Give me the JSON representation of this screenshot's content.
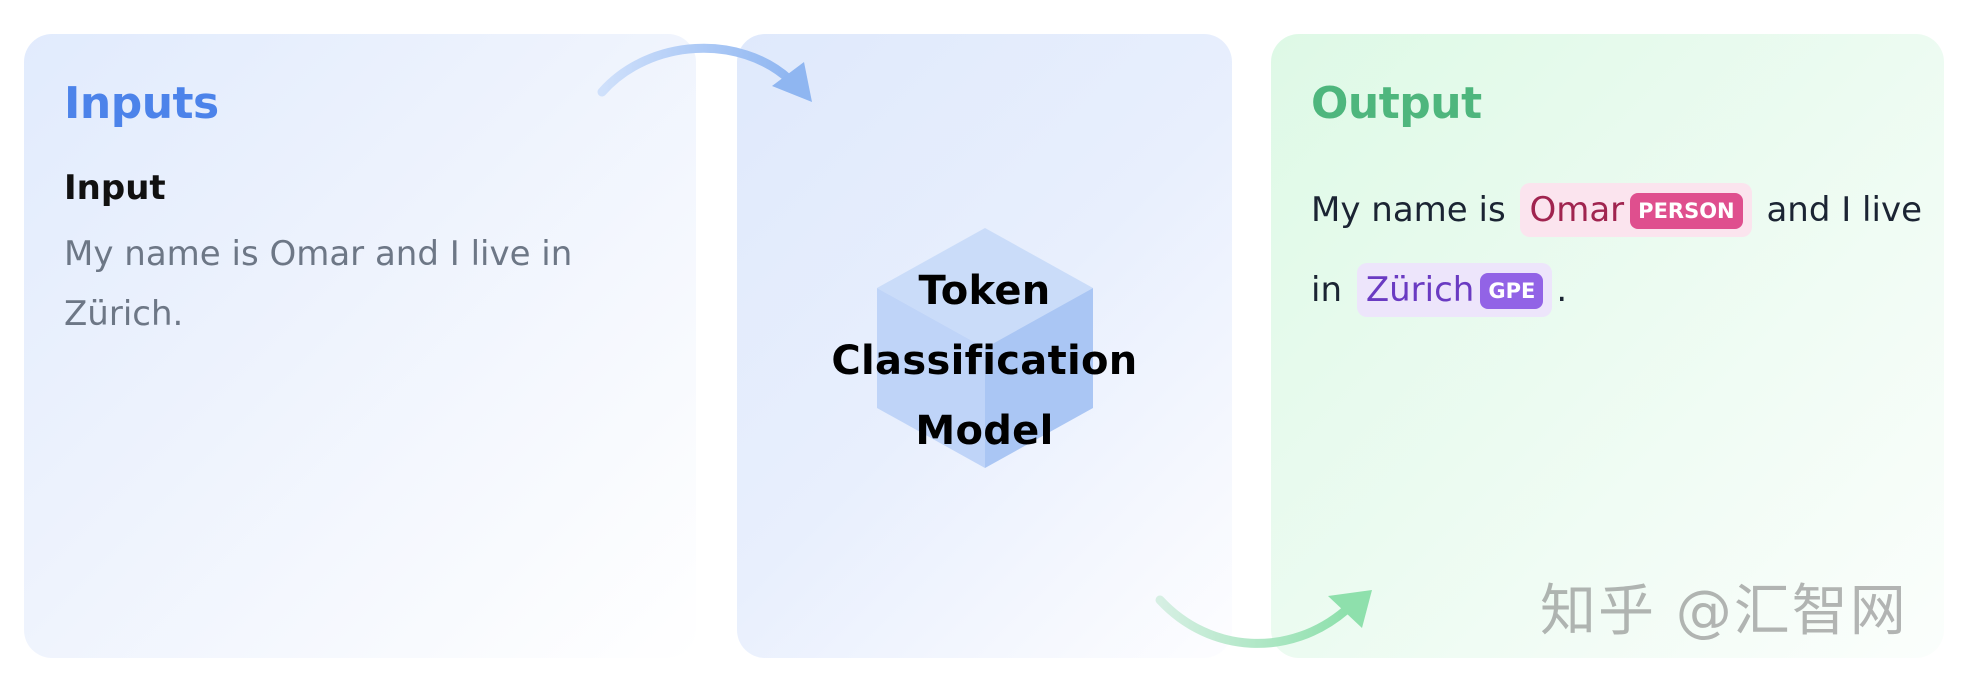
{
  "inputs": {
    "title": "Inputs",
    "input_label": "Input",
    "input_text": "My name is Omar and I live in Zürich."
  },
  "model": {
    "label_line1": "Token",
    "label_line2": "Classification",
    "label_line3": "Model"
  },
  "output": {
    "title": "Output",
    "text_part1": "My name is",
    "entity1": {
      "text": "Omar",
      "tag": "PERSON"
    },
    "text_part2": "and I live in",
    "entity2": {
      "text": "Zürich",
      "tag": "GPE"
    },
    "text_part3": "."
  },
  "watermark": "知乎 @汇智网",
  "colors": {
    "inputs_accent": "#4c83ea",
    "output_accent": "#4eb67d",
    "person_tag": "#df4f8e",
    "gpe_tag": "#9263e6",
    "cube": "#b9d1f7"
  }
}
